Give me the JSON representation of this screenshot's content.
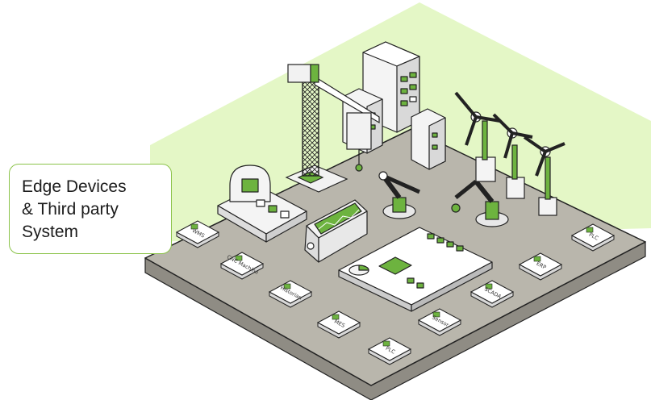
{
  "callout": {
    "lines": [
      "Edge Devices",
      "& Third party",
      "System"
    ]
  },
  "tiles": [
    {
      "label": "WMS",
      "icon": "cloud-icon"
    },
    {
      "label": "CNC Machine",
      "icon": "person-icon"
    },
    {
      "label": "Historian",
      "icon": "database-icon"
    },
    {
      "label": "MES",
      "icon": "gear-icon"
    },
    {
      "label": "PLC",
      "icon": "stack-icon"
    },
    {
      "label": "Sensor",
      "icon": "sensor-icon"
    },
    {
      "label": "SCADA",
      "icon": "monitor-icon"
    },
    {
      "label": "ERP",
      "icon": "grid-icon"
    },
    {
      "label": "PLC",
      "icon": "stack-icon"
    }
  ],
  "colors": {
    "accent_green": "#6db33f",
    "light_green_bg": "#e4f7c6",
    "platform_gray": "#b9b6ac",
    "outline": "#222222"
  }
}
